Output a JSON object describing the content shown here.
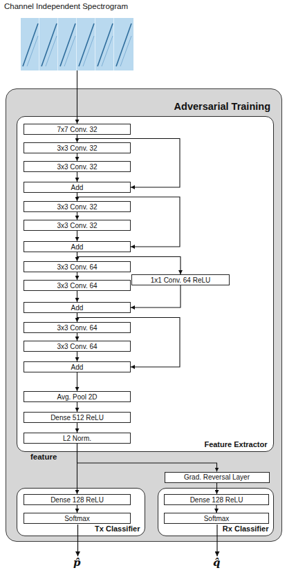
{
  "diagram": {
    "nodes": [
      {
        "text": [
          "Channel Independent Spectrogram"
        ]
      },
      {
        "text": [
          "Adversarial Training"
        ]
      },
      {
        "text": [
          "Feature Extractor"
        ],
        "in": 1
      },
      {
        "text": [
          "7x7 Conv. 32"
        ],
        "in": 2
      },
      {
        "text": [
          "3x3 Conv. 32"
        ],
        "in": 2
      },
      {
        "text": [
          "3x3 Conv. 32"
        ],
        "in": 2
      },
      {
        "text": [
          "Add"
        ],
        "in": 2
      },
      {
        "text": [
          "3x3 Conv. 32"
        ],
        "in": 2
      },
      {
        "text": [
          "3x3 Conv. 32"
        ],
        "in": 2
      },
      {
        "text": [
          "Add"
        ],
        "in": 2
      },
      {
        "text": [
          "3x3 Conv. 64"
        ],
        "in": 2
      },
      {
        "text": [
          "3x3 Conv. 64"
        ],
        "in": 2
      },
      {
        "text": [
          "1x1 Conv. 64 ReLU"
        ],
        "in": 2
      },
      {
        "text": [
          "Add"
        ],
        "in": 2
      },
      {
        "text": [
          "3x3 Conv. 64"
        ],
        "in": 2
      },
      {
        "text": [
          "3x3 Conv. 64"
        ],
        "in": 2
      },
      {
        "text": [
          "Add"
        ],
        "in": 2
      },
      {
        "text": [
          "Avg. Pool 2D"
        ],
        "in": 2
      },
      {
        "text": [
          "Dense 512 ReLU"
        ],
        "in": 2
      },
      {
        "text": [
          "L2 Norm."
        ],
        "in": 2
      },
      {
        "text": [
          "Grad. Reversal Layer"
        ],
        "in": 1
      },
      {
        "text": [
          "Tx Classifier"
        ],
        "in": 1
      },
      {
        "text": [
          "Dense 128 ReLU"
        ],
        "in": 21
      },
      {
        "text": [
          "Softmax"
        ],
        "in": 21
      },
      {
        "text": [
          "Rx Classifier"
        ],
        "in": 1
      },
      {
        "text": [
          "Dense 128 ReLU"
        ],
        "in": 24
      },
      {
        "text": [
          "Softmax"
        ],
        "in": 24
      }
    ],
    "edges": [
      {
        "from": 0,
        "to": 3,
        "arrow": "to"
      },
      {
        "from": 3,
        "to": 4,
        "arrow": "to"
      },
      {
        "from": 4,
        "to": 5,
        "arrow": "to"
      },
      {
        "from": 5,
        "to": 6,
        "arrow": "to"
      },
      {
        "from": 3,
        "to": 6,
        "arrow": "to"
      },
      {
        "from": 6,
        "to": 7,
        "arrow": "to"
      },
      {
        "from": 7,
        "to": 8,
        "arrow": "to"
      },
      {
        "from": 8,
        "to": 9,
        "arrow": "to"
      },
      {
        "from": 6,
        "to": 9,
        "arrow": "to"
      },
      {
        "from": 9,
        "to": 10,
        "arrow": "to"
      },
      {
        "from": 10,
        "to": 11,
        "arrow": "to"
      },
      {
        "from": 11,
        "to": 13,
        "arrow": "to"
      },
      {
        "from": 9,
        "to": 12,
        "arrow": "to"
      },
      {
        "from": 12,
        "to": 13,
        "arrow": "to"
      },
      {
        "from": 13,
        "to": 14,
        "arrow": "to"
      },
      {
        "from": 14,
        "to": 15,
        "arrow": "to"
      },
      {
        "from": 15,
        "to": 16,
        "arrow": "to"
      },
      {
        "from": 13,
        "to": 16,
        "arrow": "to"
      },
      {
        "from": 16,
        "to": 17,
        "arrow": "to"
      },
      {
        "from": 17,
        "to": 18,
        "arrow": "to"
      },
      {
        "from": 18,
        "to": 19,
        "arrow": "to"
      },
      {
        "from": 19,
        "to": 22,
        "arrow": "to"
      },
      {
        "from": 19,
        "to": 20,
        "arrow": "to"
      },
      {
        "from": 20,
        "to": 25,
        "arrow": "to"
      },
      {
        "from": 22,
        "to": 23,
        "arrow": "to"
      },
      {
        "from": 25,
        "to": 26,
        "arrow": "to"
      }
    ],
    "labels": [
      "feature",
      "p̂",
      "q̂"
    ]
  }
}
